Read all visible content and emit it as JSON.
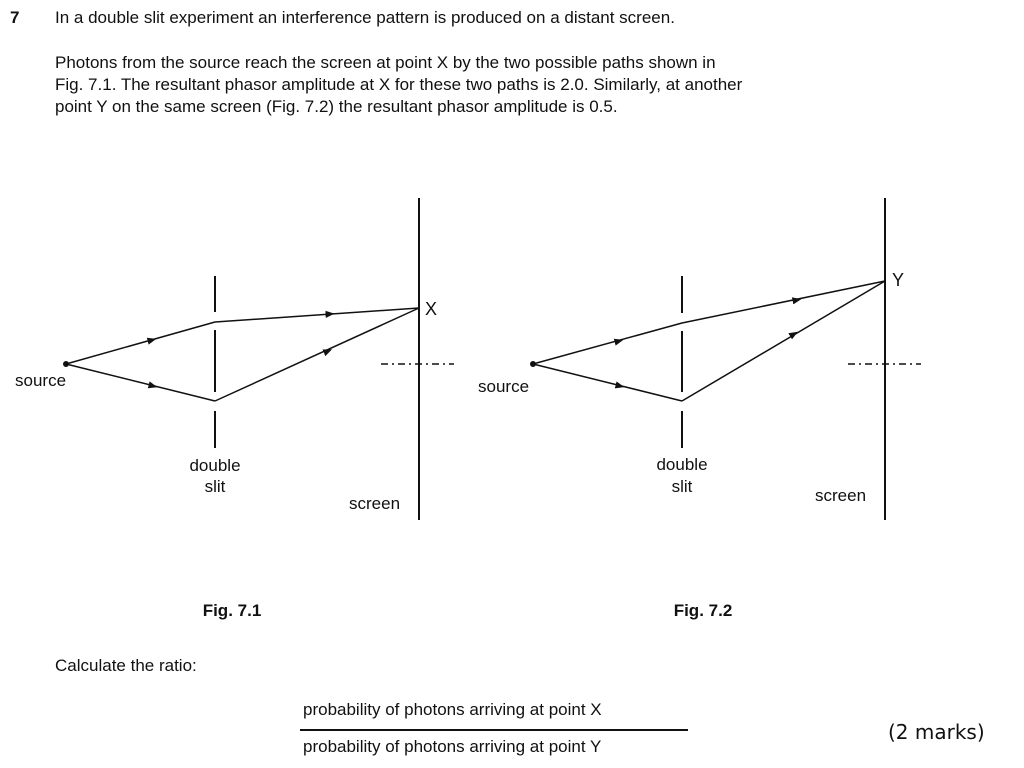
{
  "question": {
    "number": "7",
    "intro": "In a double slit experiment an interference pattern is produced on a distant screen.",
    "paragraph_lines": [
      "Photons from the source reach the screen at point X by the two possible paths shown in",
      "Fig. 7.1. The resultant phasor amplitude at X for these two paths is 2.0. Similarly, at another",
      "point Y on the same screen (Fig. 7.2) the resultant phasor amplitude is 0.5."
    ]
  },
  "figures": [
    {
      "caption": "Fig. 7.1",
      "source_label": "source",
      "slit_label_line1": "double",
      "slit_label_line2": "slit",
      "screen_label": "screen",
      "point_label": "X"
    },
    {
      "caption": "Fig. 7.2",
      "source_label": "source",
      "slit_label_line1": "double",
      "slit_label_line2": "slit",
      "screen_label": "screen",
      "point_label": "Y"
    }
  ],
  "task": {
    "instruction": "Calculate the ratio:",
    "numerator": "probability of photons arriving at point X",
    "denominator": "probability of photons arriving at point Y",
    "marks": "(2 marks)"
  }
}
